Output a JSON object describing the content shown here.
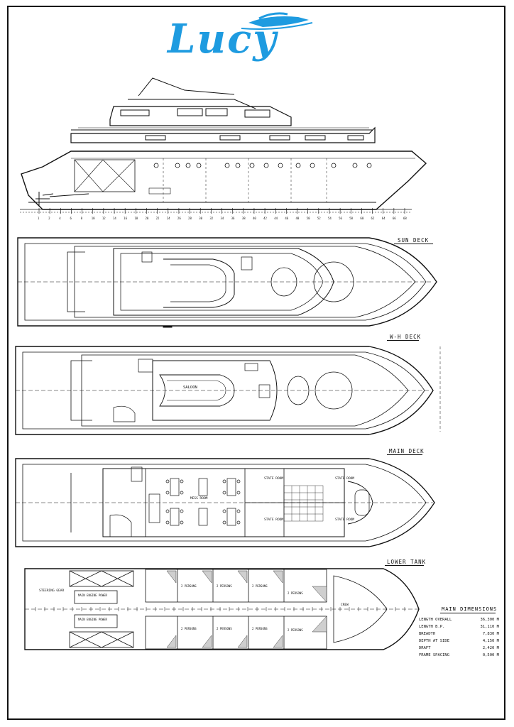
{
  "logo": {
    "text": "Lucy",
    "color": "#1e9be0"
  },
  "profile": {
    "stations": [
      "1",
      "2",
      "4",
      "6",
      "8",
      "10",
      "12",
      "14",
      "16",
      "18",
      "20",
      "22",
      "24",
      "26",
      "28",
      "30",
      "32",
      "34",
      "36",
      "38",
      "40",
      "42",
      "44",
      "46",
      "48",
      "50",
      "52",
      "54",
      "56",
      "58",
      "60",
      "62",
      "64",
      "66",
      "68"
    ]
  },
  "decks": {
    "sun": {
      "title": "SUN  DECK"
    },
    "wh": {
      "title": "W-H  DECK",
      "room": "SALOON"
    },
    "main": {
      "title": "MAIN  DECK",
      "mess": "MESS  ROOM",
      "state1": "STATE  ROOM",
      "state2": "STATE  ROOM",
      "state3": "STATE  ROOM",
      "state4": "STATE  ROOM"
    },
    "lower": {
      "title": "LOWER  TANK",
      "steering": "STEERING  GEAR",
      "engine_top": "MAIN  ENGINE  POWER",
      "engine_bottom": "MAIN  ENGINE  POWER",
      "cabins_top": [
        "2  PERSONS",
        "2  PERSONS",
        "2  PERSONS",
        "2  PERSONS"
      ],
      "cabins_bottom": [
        "2  PERSONS",
        "2  PERSONS",
        "2  PERSONS",
        "2  PERSONS"
      ],
      "crew": "CREW"
    }
  },
  "main_dimensions": {
    "title": "MAIN  DIMENSIONS",
    "rows": [
      {
        "key": "LENGTH  OVERALL",
        "value": "36,300 M"
      },
      {
        "key": "LENGTH  B.P.",
        "value": "31,110 M"
      },
      {
        "key": "BREADTH",
        "value": "7,830 M"
      },
      {
        "key": "DEPTH  AT  SIDE",
        "value": "4,150 M"
      },
      {
        "key": "DRAFT",
        "value": "2,420 M"
      },
      {
        "key": "FRAME  SPACING",
        "value": "0,500 M"
      }
    ]
  }
}
